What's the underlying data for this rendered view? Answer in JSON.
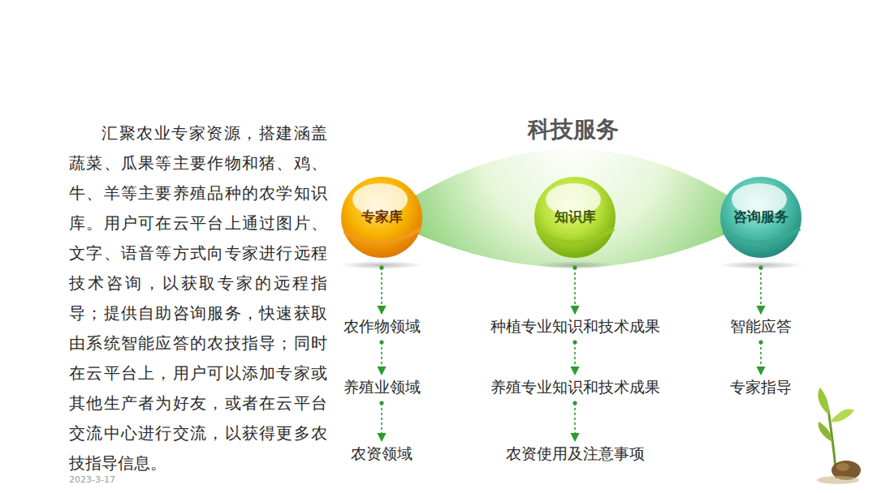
{
  "diagram": {
    "title": "科技服务",
    "nodes": [
      {
        "text": [
          "专家库"
        ]
      },
      {
        "text": [
          "知识库"
        ]
      },
      {
        "text": [
          "咨询服务"
        ]
      },
      {
        "text": [
          "农作物领域"
        ]
      },
      {
        "text": [
          "养殖业领域"
        ]
      },
      {
        "text": [
          "农资领域"
        ]
      },
      {
        "text": [
          "种植专业知识和技术成果"
        ]
      },
      {
        "text": [
          "养殖专业知识和技术成果"
        ]
      },
      {
        "text": [
          "农资使用及注意事项"
        ]
      },
      {
        "text": [
          "智能应答"
        ]
      },
      {
        "text": [
          "专家指导"
        ]
      }
    ],
    "edges": [
      {
        "from": 0,
        "to": 3,
        "arrow": "to"
      },
      {
        "from": 3,
        "to": 4,
        "arrow": "to"
      },
      {
        "from": 4,
        "to": 5,
        "arrow": "to"
      },
      {
        "from": 1,
        "to": 6,
        "arrow": "to"
      },
      {
        "from": 6,
        "to": 7,
        "arrow": "to"
      },
      {
        "from": 7,
        "to": 8,
        "arrow": "to"
      },
      {
        "from": 2,
        "to": 9,
        "arrow": "to"
      },
      {
        "from": 9,
        "to": 10,
        "arrow": "to"
      }
    ],
    "labels": [
      "汇聚农业专家资源，搭建涵盖蔬菜、瓜果等主要作物和猪、鸡、牛、羊等主要养殖品种的农学知识库。用户可在云平台上通过图片、文字、语音等方式向专家进行远程技术咨询，以获取专家的远程指导；提供自助咨询服务，快速获取由系统智能应答的农技指导；同时在云平台上，用户可以添加专家或其他生产者为好友，或者在云平台交流中心进行交流，以获得更多农技指导信息。",
      "2023-3-17"
    ]
  }
}
